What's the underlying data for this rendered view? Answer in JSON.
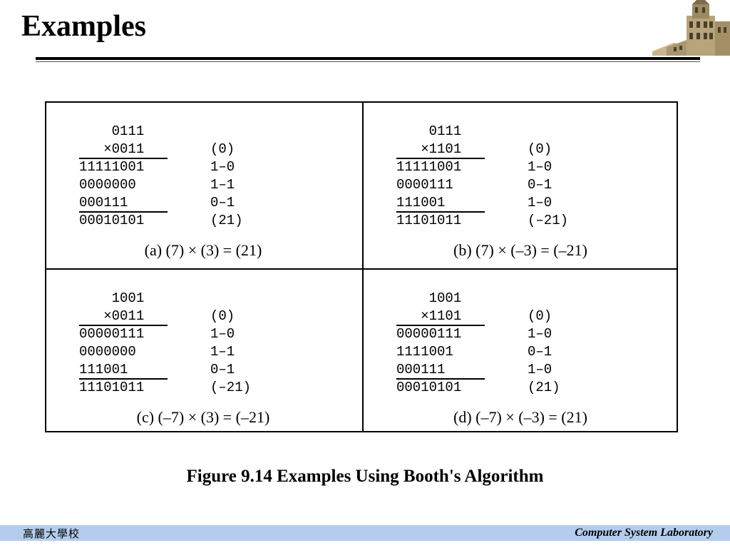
{
  "slide": {
    "title": "Examples"
  },
  "panels": [
    {
      "rows": [
        "    0111",
        "   ×0011",
        "11111001",
        "0000000",
        "000111",
        "00010101"
      ],
      "steps": [
        "(0)",
        "1–0",
        "1–1",
        "0–1",
        "(21)"
      ],
      "caption": "(a) (7) × (3) = (21)"
    },
    {
      "rows": [
        "    0111",
        "   ×1101",
        "11111001",
        "0000111",
        "111001",
        "11101011"
      ],
      "steps": [
        "(0)",
        "1–0",
        "0–1",
        "1–0",
        "(–21)"
      ],
      "caption": "(b) (7) × (–3) = (–21)"
    },
    {
      "rows": [
        "    1001",
        "   ×0011",
        "00000111",
        "0000000",
        "111001",
        "11101011"
      ],
      "steps": [
        "(0)",
        "1–0",
        "1–1",
        "0–1",
        "(–21)"
      ],
      "caption": "(c) (–7) × (3) = (–21)"
    },
    {
      "rows": [
        "    1001",
        "   ×1101",
        "00000111",
        "1111001",
        "000111",
        "00010101"
      ],
      "steps": [
        "(0)",
        "1–0",
        "0–1",
        "1–0",
        "(21)"
      ],
      "caption": "(d) (–7) × (–3) = (21)"
    }
  ],
  "figure_caption": "Figure 9.14  Examples Using Booth's Algorithm",
  "footer": {
    "left_text": "高麗大學校",
    "right_text": "Computer System Laboratory",
    "bar_color": "#b4cdee"
  },
  "logo": {
    "icon": "university-building-icon"
  }
}
